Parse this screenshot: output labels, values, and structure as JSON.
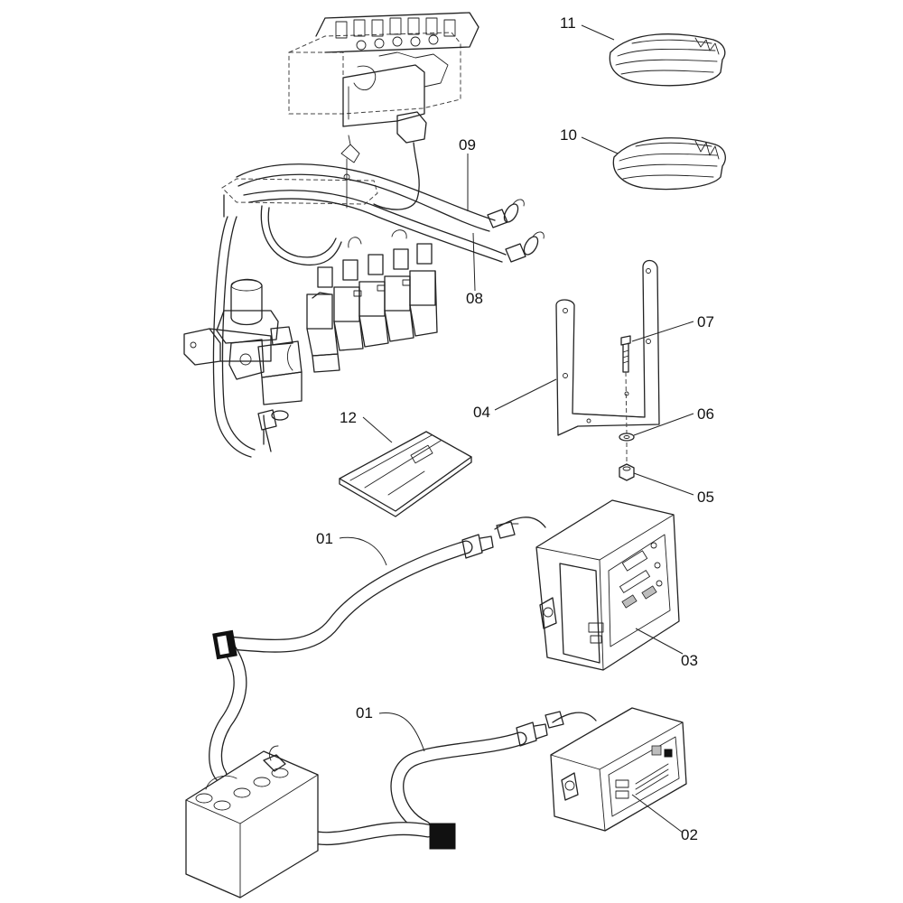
{
  "labels": {
    "p01a": "01",
    "p01b": "01",
    "p02": "02",
    "p03": "03",
    "p04": "04",
    "p05": "05",
    "p06": "06",
    "p07": "07",
    "p08": "08",
    "p09": "09",
    "p10": "10",
    "p11": "11",
    "p12": "12"
  }
}
